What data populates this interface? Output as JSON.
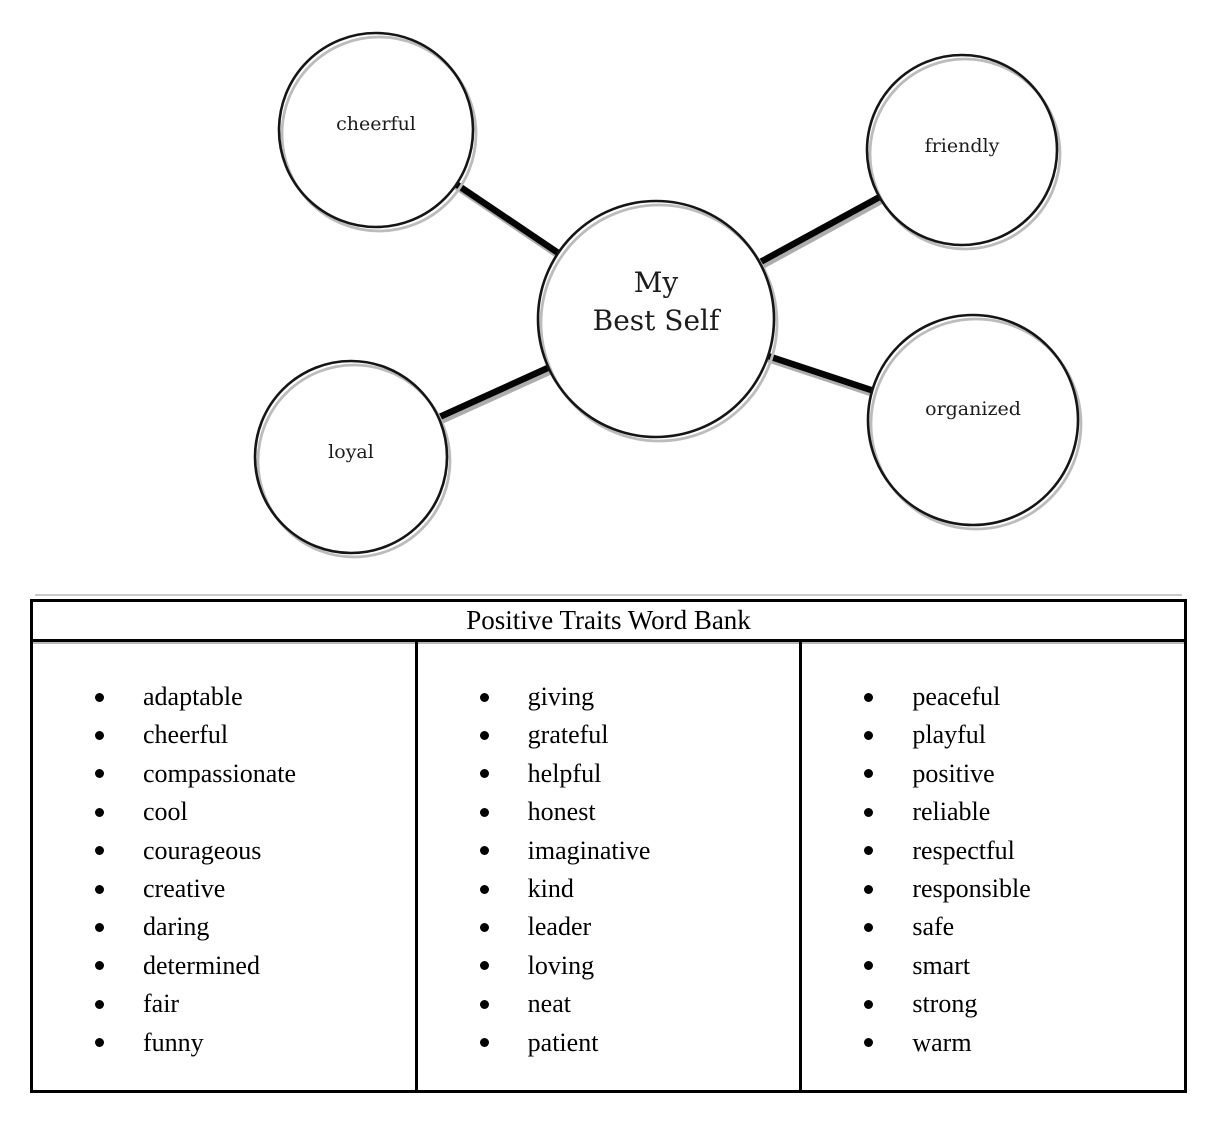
{
  "diagram": {
    "center_node": {
      "line1": "My",
      "line2": "Best Self"
    },
    "nodes": [
      {
        "label": "cheerful"
      },
      {
        "label": "friendly"
      },
      {
        "label": "loyal"
      },
      {
        "label": "organized"
      }
    ]
  },
  "word_bank": {
    "title": "Positive Traits Word Bank",
    "columns": [
      [
        "adaptable",
        "cheerful",
        "compassionate",
        "cool",
        "courageous",
        "creative",
        "daring",
        "determined",
        "fair",
        "funny"
      ],
      [
        "giving",
        "grateful",
        "helpful",
        "honest",
        "imaginative",
        "kind",
        "leader",
        "loving",
        "neat",
        "patient"
      ],
      [
        "peaceful",
        "playful",
        "positive",
        "reliable",
        "respectful",
        "responsible",
        "safe",
        "smart",
        "strong",
        "warm"
      ]
    ]
  },
  "colors": {
    "ink": "#000000",
    "circle_stroke": "#151515",
    "connector": "#050505",
    "shadow": "#b9b9b9",
    "background": "#ffffff"
  }
}
